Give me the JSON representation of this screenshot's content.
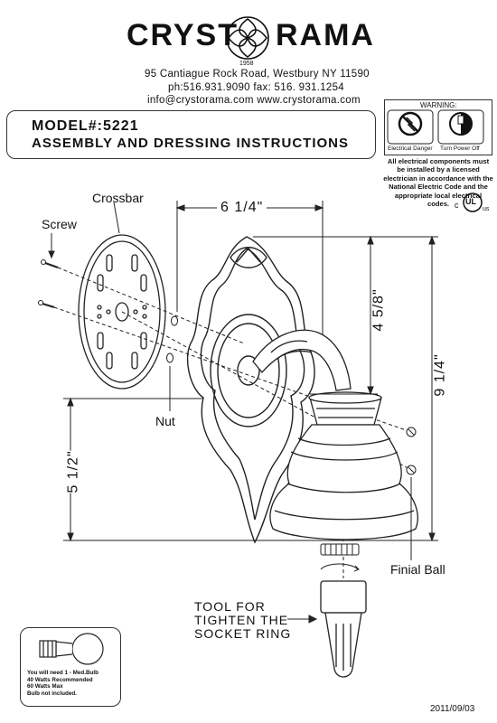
{
  "header": {
    "brand_left": "CRYST",
    "brand_right": "RAMA",
    "year": "1958",
    "address": "95 Cantiague Rock Road, Westbury  NY 11590",
    "phone": "ph:516.931.9090  fax: 516. 931.1254",
    "web": "info@crystorama.com      www.crystorama.com"
  },
  "title": {
    "model": "MODEL#:5221",
    "heading": "ASSEMBLY AND DRESSING INSTRUCTIONS"
  },
  "warning": {
    "title": "WARNING:",
    "icon1_label": "Electrical Danger",
    "icon2_label": "Turn Power Off",
    "note": "All electrical components must be installed by a licensed electrician in accordance with the National Electric Code and the appropriate local electrical codes.",
    "cert_c": "c",
    "cert_ul": "UL",
    "cert_us": "us"
  },
  "parts": {
    "crossbar": "Crossbar",
    "screw": "Screw",
    "nut": "Nut",
    "finial": "Finial Ball"
  },
  "dimensions": {
    "width": "6 1/4\"",
    "upper": "4 5/8\"",
    "height": "9 1/4\"",
    "lower": "5 1/2\""
  },
  "tool": {
    "line1": "TOOL  FOR",
    "line2": "TIGHTEN THE",
    "line3": "SOCKET RING"
  },
  "bulb": {
    "line1": "You will need 1 - Med.Bulb",
    "line2": "40 Watts Recommended",
    "line3": "60 Watts Max",
    "line4": "Bulb not included."
  },
  "footer": {
    "date": "2011/09/03"
  }
}
